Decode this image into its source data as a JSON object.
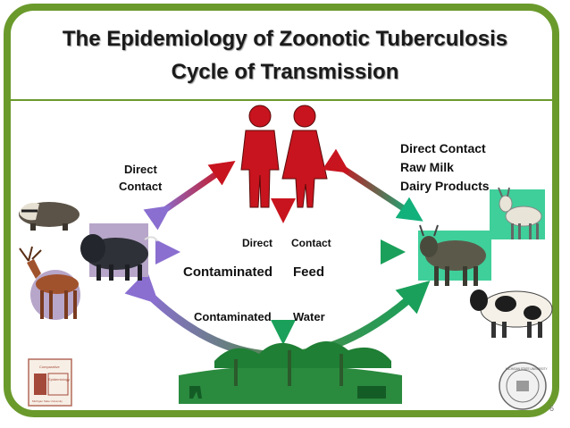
{
  "slide": {
    "title_line1": "The Epidemiology of Zoonotic Tuberculosis",
    "title_line2": "Cycle of Transmission",
    "page_number": "6"
  },
  "labels": {
    "direct_left_1": "Direct",
    "direct_left_2": "Contact",
    "right_1": "Direct Contact",
    "right_2": "Raw Milk",
    "right_3": "Dairy Products",
    "center_direct": "Direct",
    "center_contact": "Contact",
    "contaminated_feed_1": "Contaminated",
    "contaminated_feed_2": "Feed",
    "contaminated_water_1": "Contaminated",
    "contaminated_water_2": "Water"
  },
  "logos": {
    "left_logo_text_1": "Comparative",
    "left_logo_text_2": "Epidemiology",
    "left_logo_text_3": "Michigan State University",
    "right_seal_text": "MICHIGAN STATE UNIVERSITY"
  },
  "icons": [
    "humans-icon",
    "badger-icon",
    "deer-icon",
    "bison-icon",
    "cattle-icon",
    "goat-icon",
    "cow-icon",
    "forest-scene-icon"
  ],
  "colors": {
    "frame": "#6a9a2c",
    "humans": "#c8141e",
    "arrow_purple": "#8a6fd0",
    "arrow_green": "#1aa05a"
  }
}
